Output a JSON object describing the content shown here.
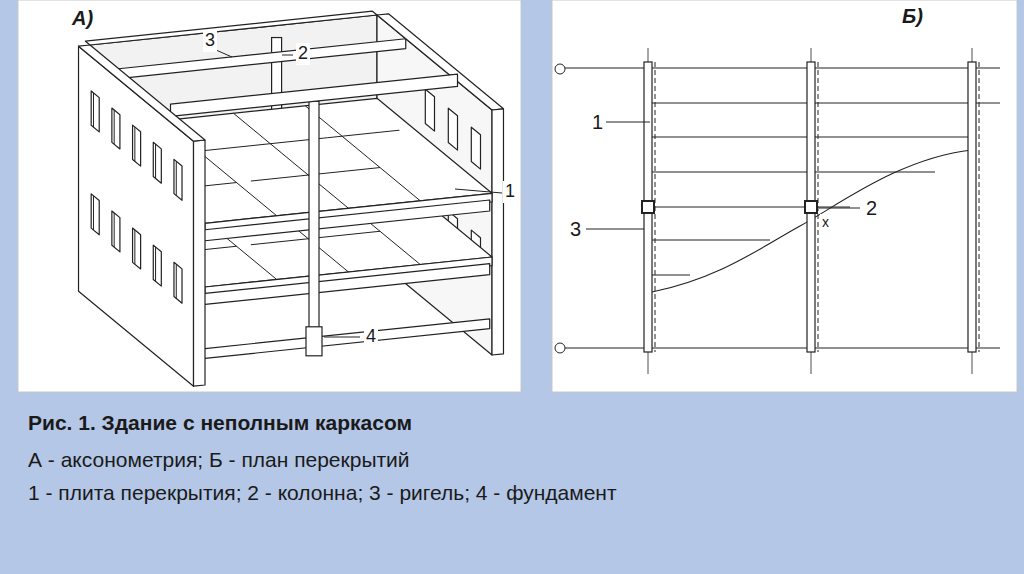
{
  "diagram": {
    "caption": "Рис. 1. Здание с неполным каркасом",
    "labels": [
      "А)",
      "1",
      "2",
      "3",
      "4",
      "Б)",
      "1",
      "2",
      "3",
      "х",
      "А - аксонометрия; Б - план перекрытий",
      "1 - плита перекрытия; 2 - колонна; 3 - ригель; 4 - фундамент"
    ]
  }
}
